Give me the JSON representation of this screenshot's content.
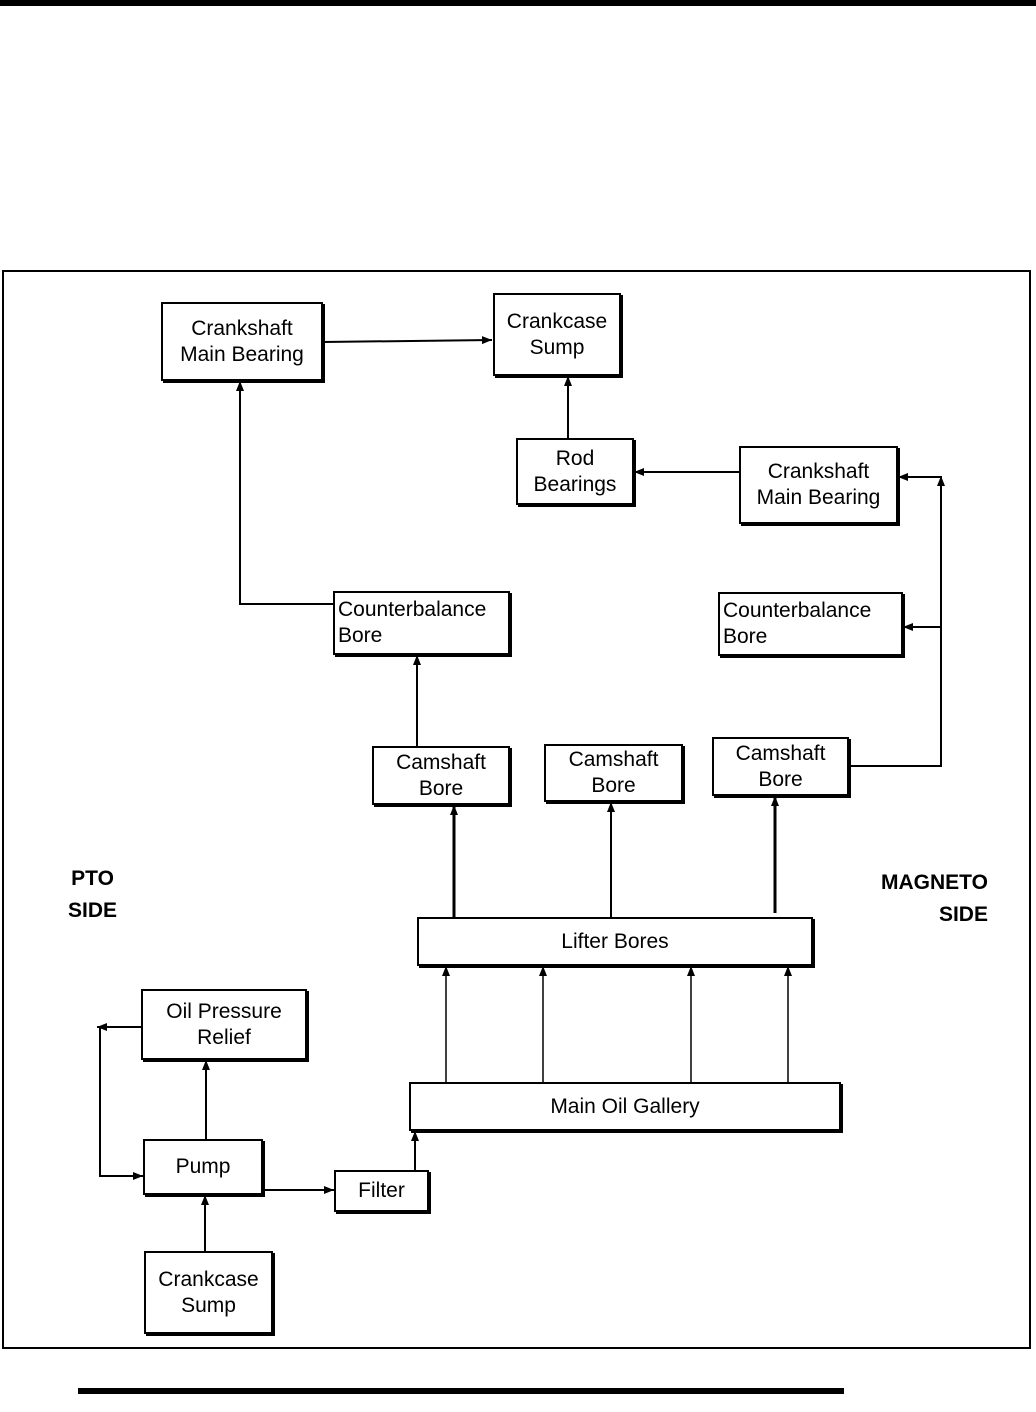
{
  "nodes": {
    "crankshaft_main_bearing_pto": "Crankshaft\nMain Bearing",
    "crankcase_sump_top": "Crankcase\nSump",
    "rod_bearings": "Rod\nBearings",
    "crankshaft_main_bearing_mag": "Crankshaft\nMain Bearing",
    "counterbalance_bore_pto": "Counterbalance\nBore",
    "counterbalance_bore_mag": "Counterbalance\nBore",
    "camshaft_bore_1": "Camshaft\nBore",
    "camshaft_bore_2": "Camshaft\nBore",
    "camshaft_bore_3": "Camshaft\nBore",
    "lifter_bores": "Lifter Bores",
    "oil_pressure_relief": "Oil Pressure\nRelief",
    "main_oil_gallery": "Main Oil Gallery",
    "pump": "Pump",
    "filter": "Filter",
    "crankcase_sump_bottom": "Crankcase\nSump"
  },
  "labels": {
    "pto_side": "PTO\nSIDE",
    "magneto_side": "MAGNETO\nSIDE"
  }
}
